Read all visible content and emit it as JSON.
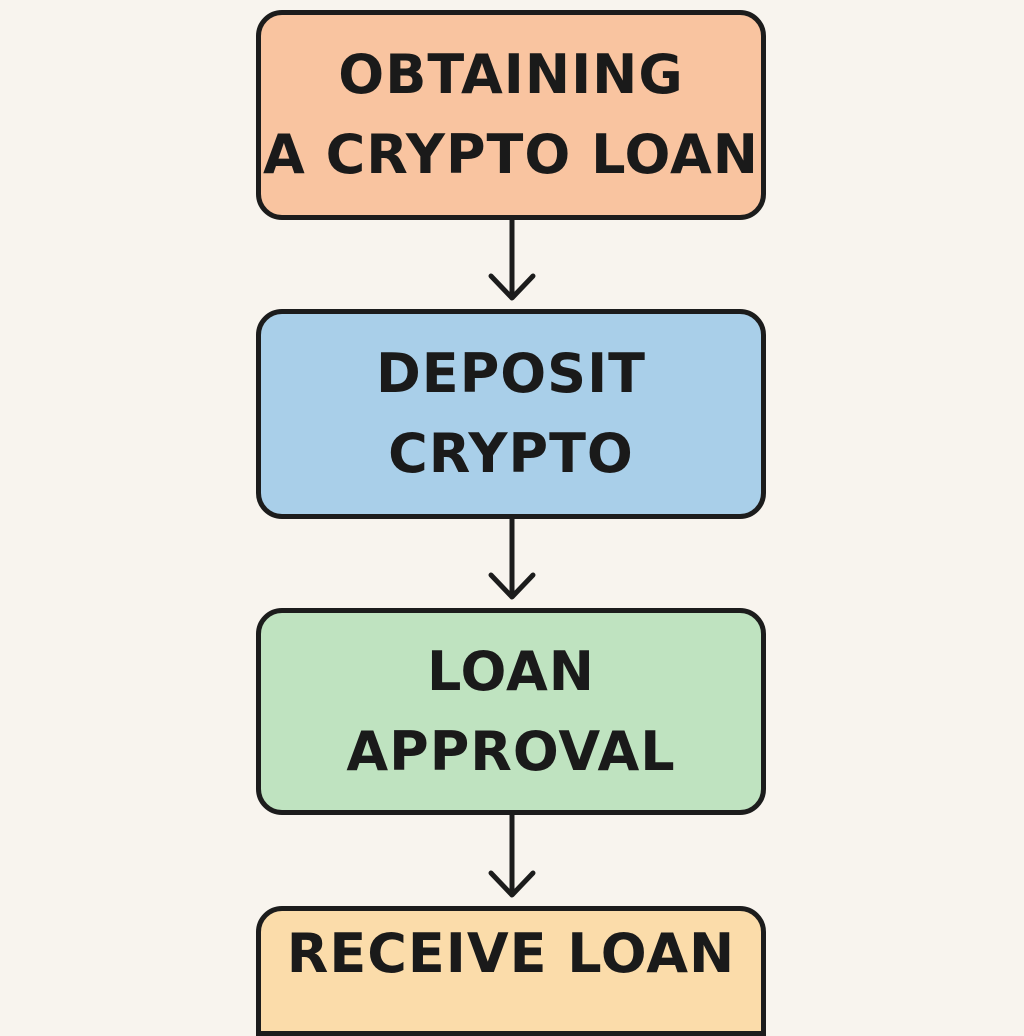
{
  "steps": [
    {
      "label": "OBTAINING\nA CRYPTO LOAN",
      "color": "#f9c4a0"
    },
    {
      "label": "DEPOSIT\nCRYPTO",
      "color": "#a9cfe9"
    },
    {
      "label": "LOAN\nAPPROVAL",
      "color": "#bfe3c0"
    },
    {
      "label": "RECEIVE LOAN",
      "color": "#fbdcaa"
    }
  ],
  "colors": {
    "background": "#f8f4ee",
    "outline": "#1c1c1c",
    "text": "#1a1a1a"
  }
}
